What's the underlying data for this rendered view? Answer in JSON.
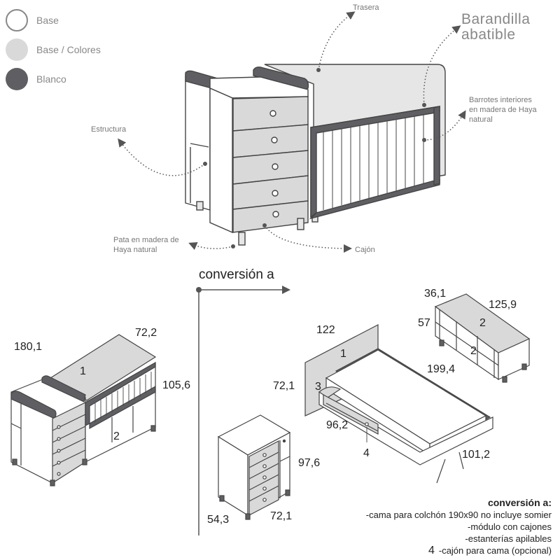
{
  "legend": [
    {
      "label": "Base",
      "color": "#ffffff"
    },
    {
      "label": "Base / Colores",
      "color": "#d9d9d9"
    },
    {
      "label": "Blanco",
      "color": "#5f5f63"
    }
  ],
  "labels": {
    "trasera": "Trasera",
    "barandilla_1": "Barandilla",
    "barandilla_2": "abatible",
    "barrotes_1": "Barrotes interiores",
    "barrotes_2": "en madera de Haya",
    "barrotes_3": "natural",
    "estructura": "Estructura",
    "pata_1": "Pata en madera de",
    "pata_2": "Haya natural",
    "cajon": "Cajón"
  },
  "conversion_label": "conversión a",
  "crib_dims": {
    "d1": "180,1",
    "d2": "72,2",
    "d3": "105,6",
    "n1": "1",
    "n2": "2"
  },
  "bed_dims": {
    "d1": "122",
    "d2": "199,4",
    "d3": "72,1",
    "d4": "96,2",
    "d5": "101,2",
    "n1": "1",
    "n3": "3",
    "n4": "4"
  },
  "shelf_dims": {
    "d1": "36,1",
    "d2": "125,9",
    "d3": "57",
    "n2a": "2",
    "n2b": "2"
  },
  "chest_dims": {
    "d1": "97,6",
    "d2": "54,3",
    "d3": "72,1"
  },
  "notes": {
    "title": "conversión a:",
    "lines": [
      "-cama para colchón 190x90 no incluye somier",
      "-módulo con cajones",
      "-estanterías apilables"
    ],
    "last_num": "4",
    "last_text": "-cajón para cama (opcional)"
  }
}
